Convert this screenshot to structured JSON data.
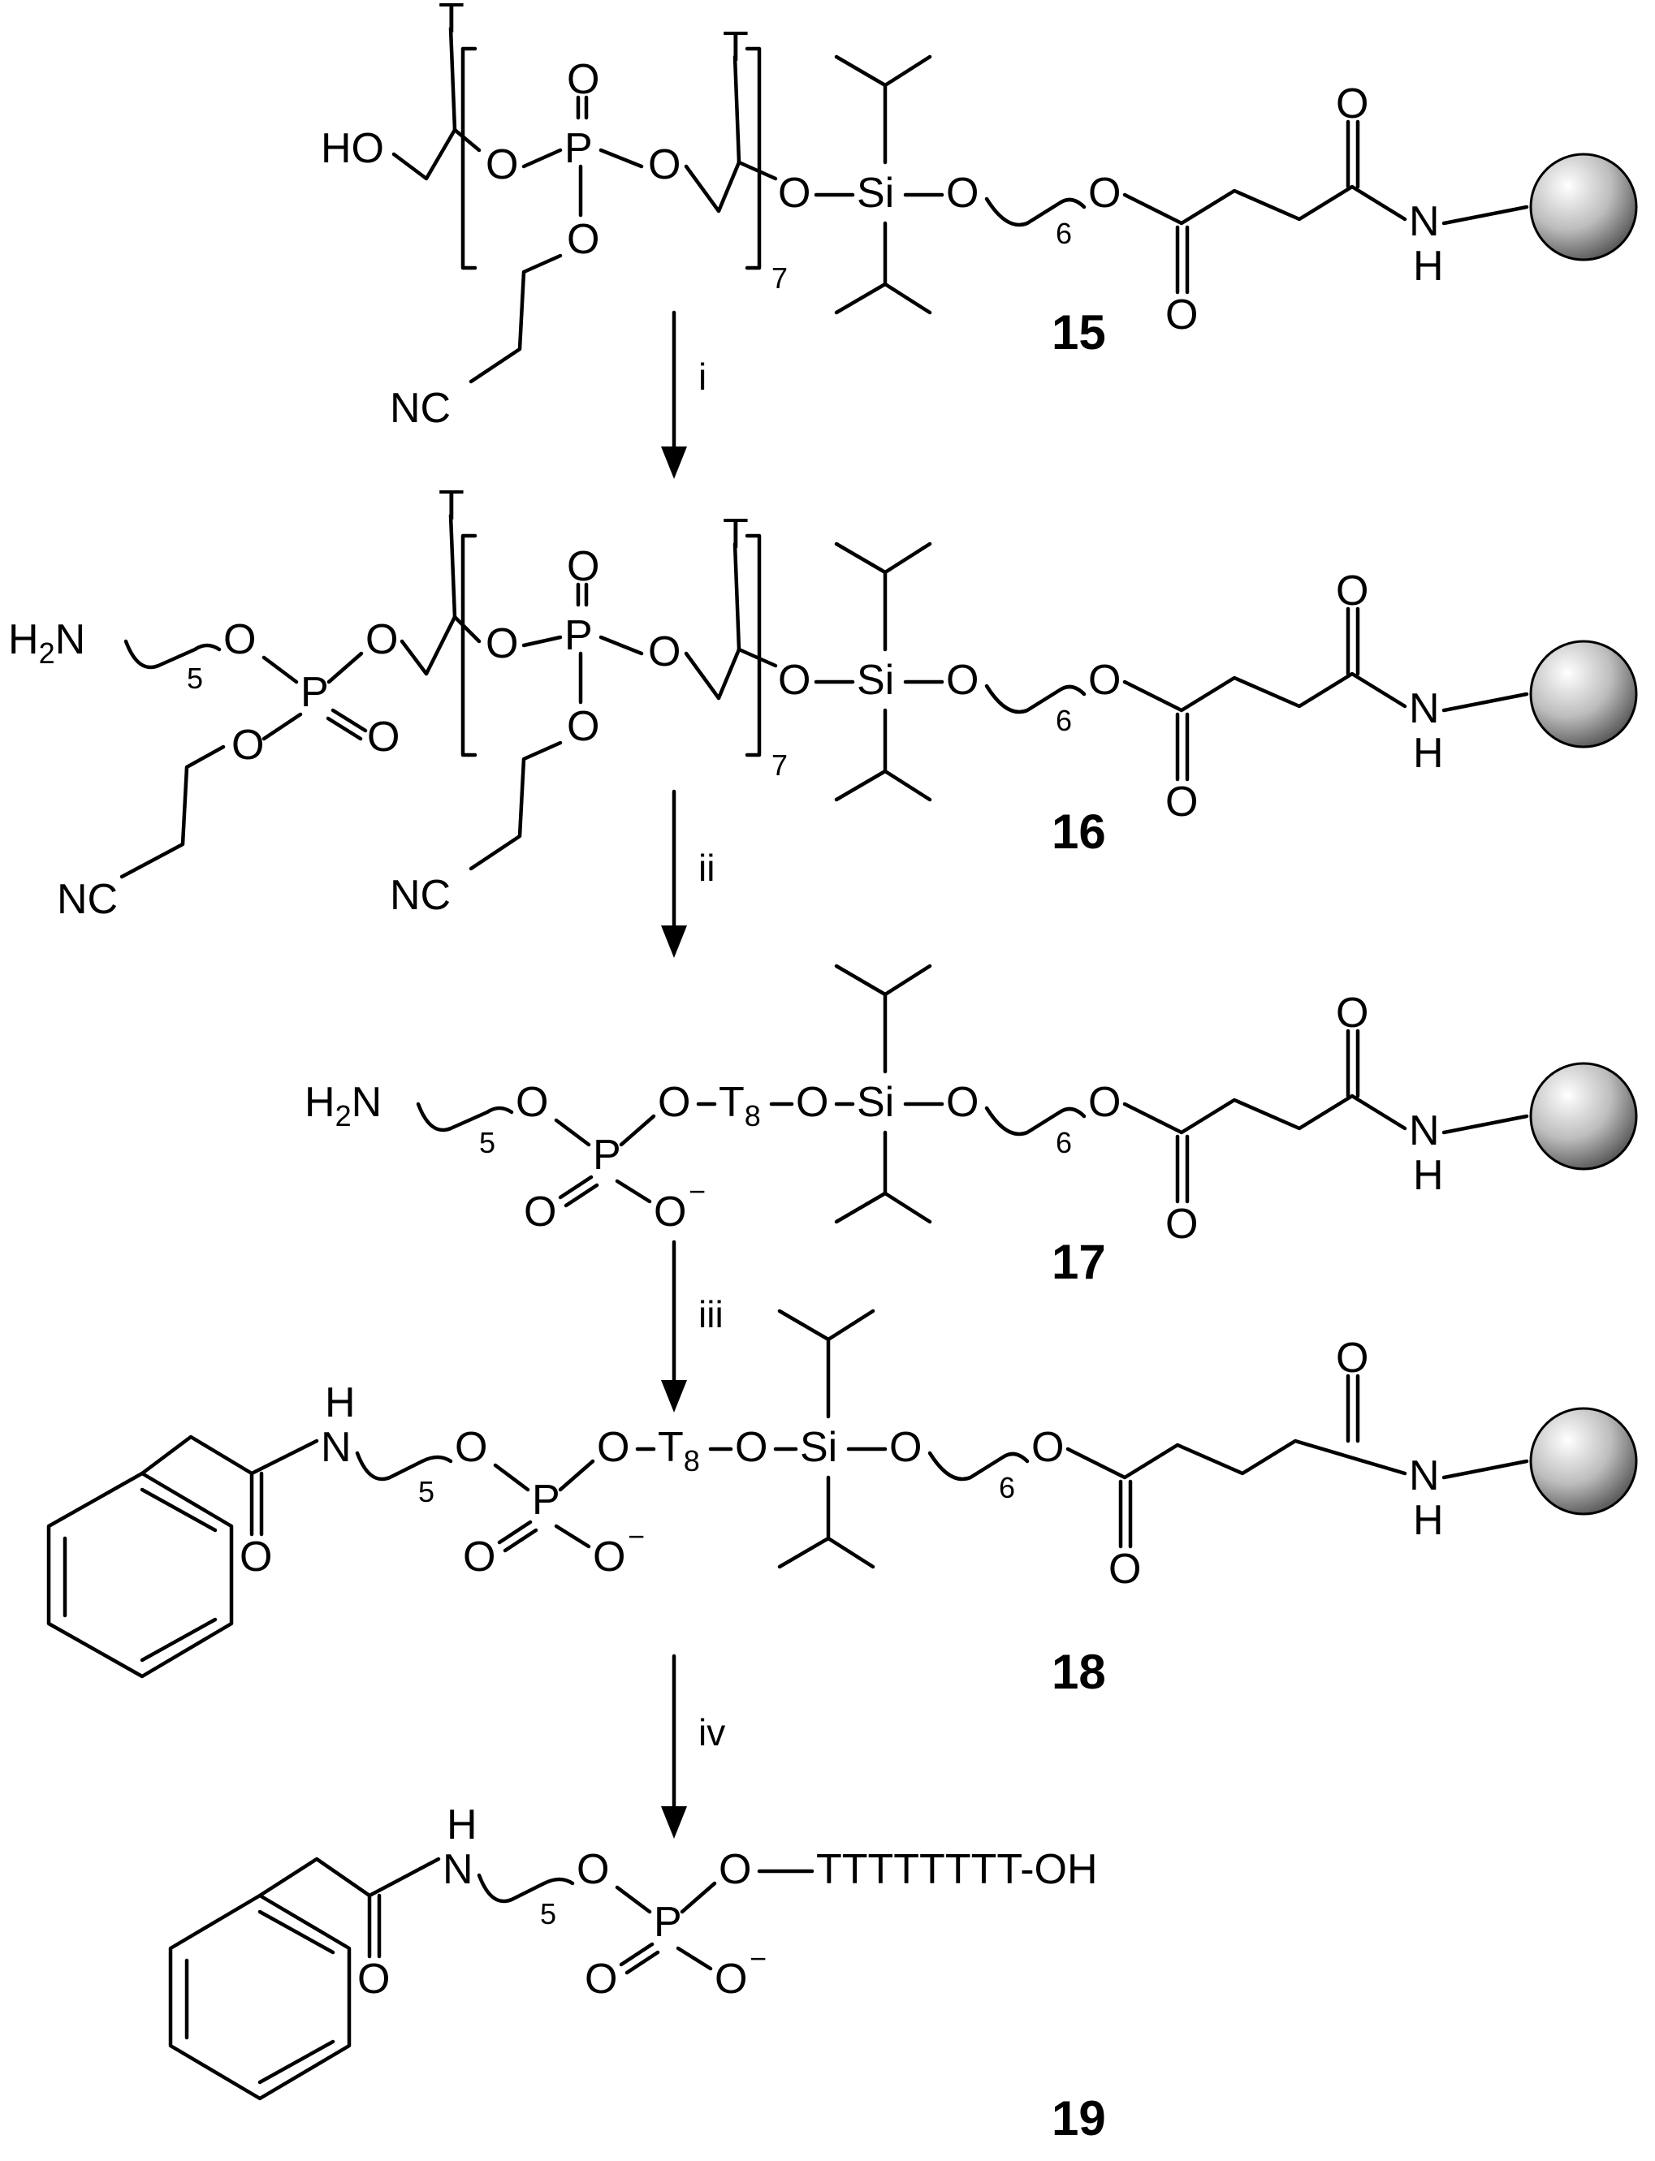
{
  "compounds": {
    "c15": "15",
    "c16": "16",
    "c17": "17",
    "c18": "18",
    "c19": "19"
  },
  "steps": {
    "s1": "i",
    "s2": "ii",
    "s3": "iii",
    "s4": "iv"
  },
  "labels": {
    "nucleobase": "T",
    "repeat": "7",
    "chain5": "5",
    "chain6": "6",
    "t8_letter": "T",
    "t8_sub": "8",
    "h2": "H",
    "h2_sub": "2",
    "tail19": "TTTTTTTT-OH"
  },
  "colors": {
    "ink": "#000000",
    "bead_light": "#ffffff",
    "bead_dark": "#555555"
  },
  "icons": {
    "solid_support": "grey-sphere"
  }
}
